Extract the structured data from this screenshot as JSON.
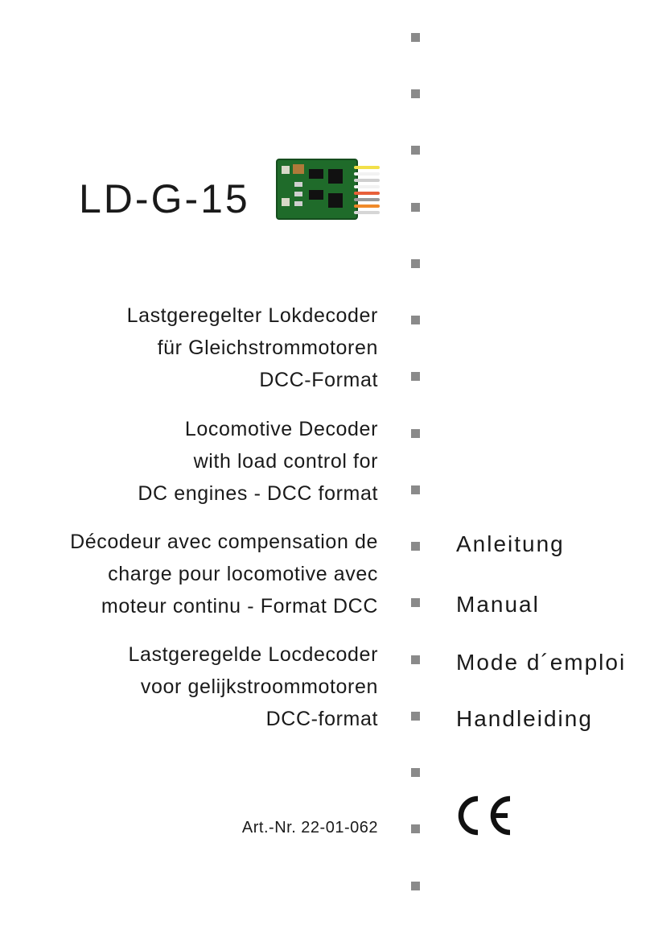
{
  "product": {
    "title": "LD-G-15"
  },
  "descriptions": {
    "de": [
      "Lastgeregelter Lokdecoder",
      "für Gleichstrommotoren",
      "DCC-Format"
    ],
    "en": [
      "Locomotive Decoder",
      "with load control for",
      "DC engines - DCC format"
    ],
    "fr": [
      "Décodeur avec compensation de",
      "charge pour locomotive avec",
      "moteur continu - Format DCC"
    ],
    "nl": [
      "Lastgeregelde Locdecoder",
      "voor gelijkstroommotoren",
      "DCC-format"
    ]
  },
  "manual_labels": [
    "Anleitung",
    "Manual",
    "Mode d´emploi",
    "Handleiding"
  ],
  "article_number": "Art.-Nr. 22-01-062",
  "ce_mark": "CE",
  "colors": {
    "text": "#1a1a1a",
    "bullet": "#8a8a8a",
    "pcb": "#1f6b2a"
  }
}
